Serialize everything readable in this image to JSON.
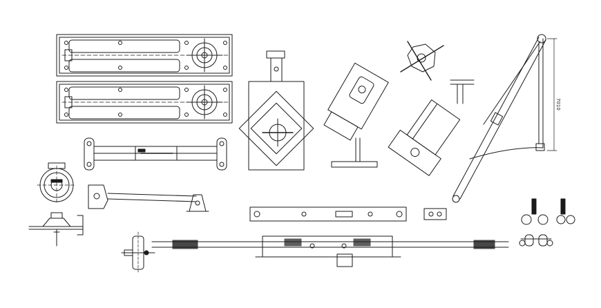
{
  "drawing": {
    "background": "#ffffff",
    "stroke_color": "#1a1a1a",
    "dimension_label": "7010",
    "components": [
      "floor-spring-top-view",
      "floor-spring-bottom-view",
      "door-closer-arm",
      "pivot-housing",
      "floor-pivot-assembly",
      "pivot-cross-section",
      "bracket-angled-left",
      "cap-with-crossed-arms",
      "bracket-angled-right",
      "gas-strut-arm",
      "stay-arm",
      "latch-strike-plate",
      "small-keeper",
      "castor-wheels-pair",
      "espagnolette-bolt-rod"
    ]
  }
}
